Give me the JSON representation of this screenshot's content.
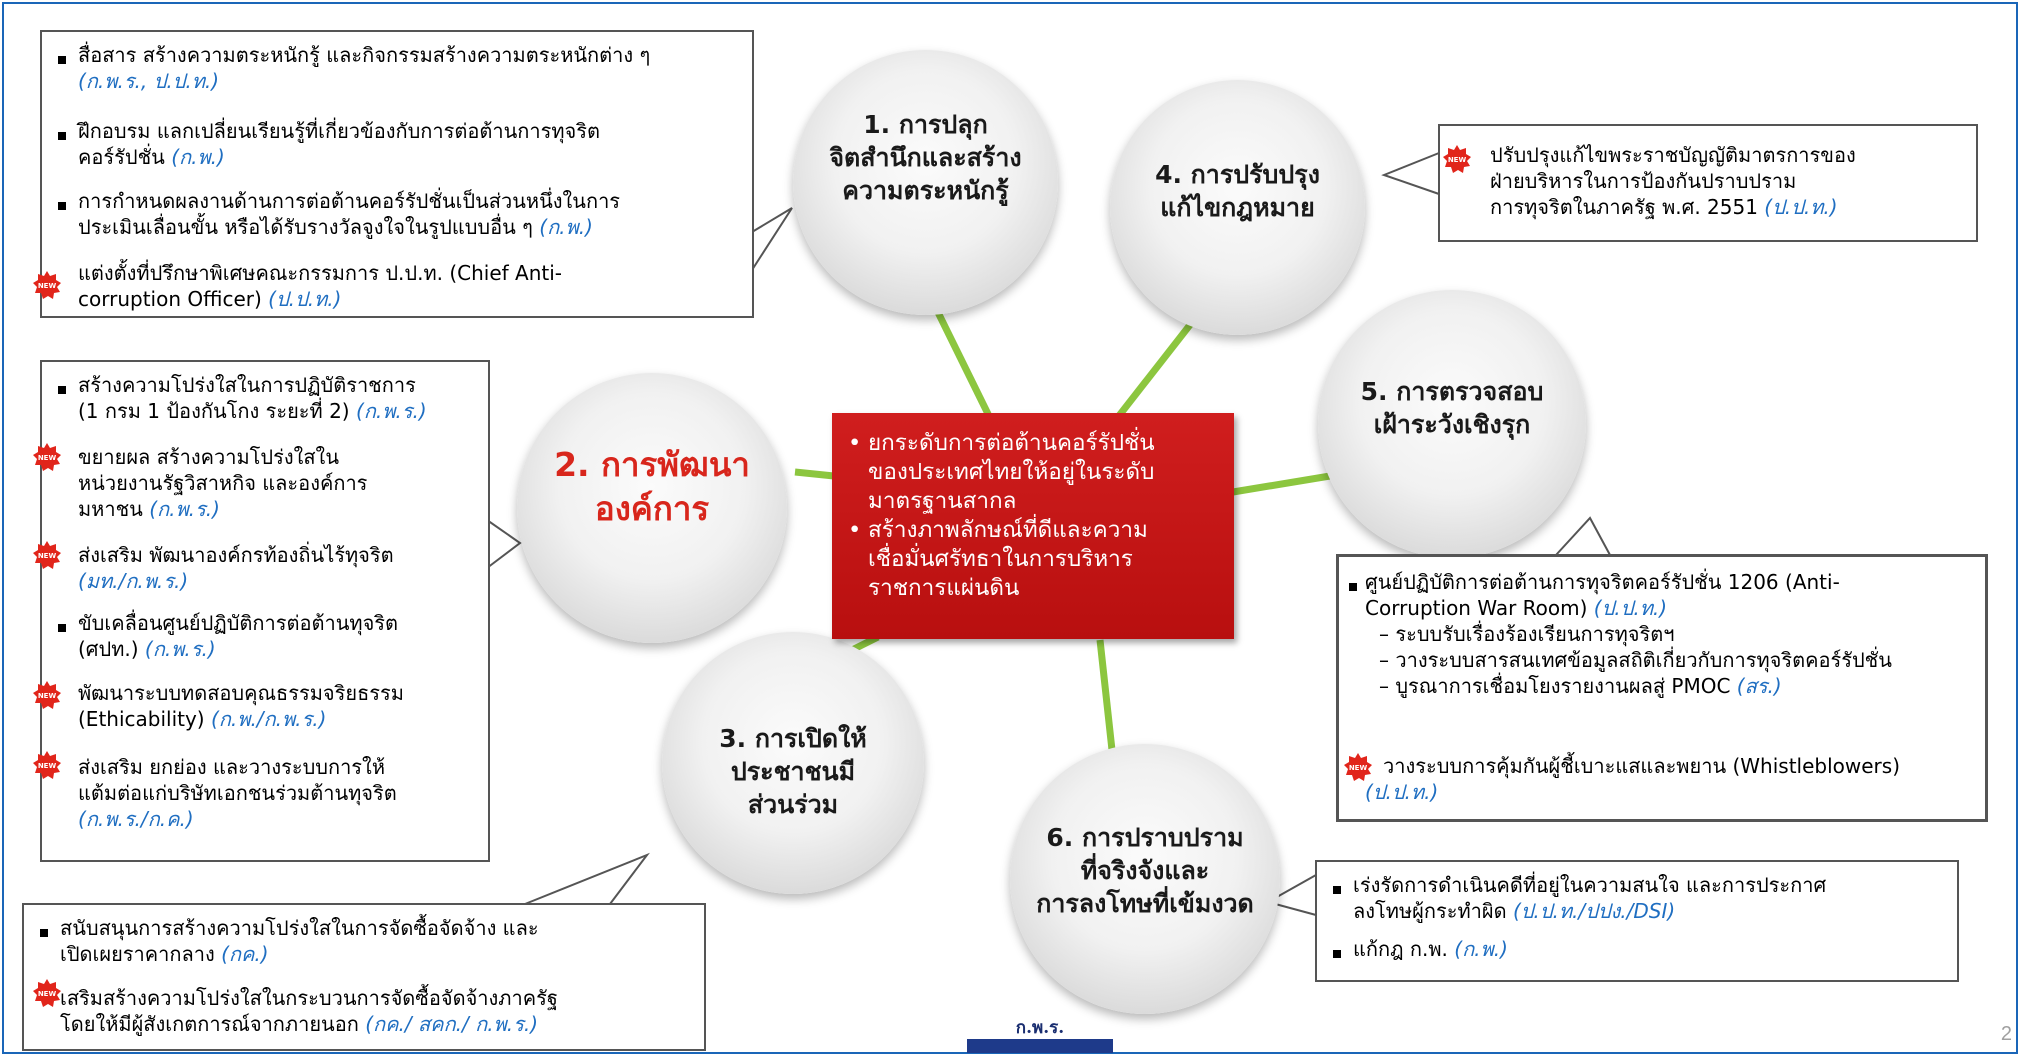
{
  "bubbles": {
    "b1": [
      "1. การปลุก",
      "จิตสำนึกและสร้าง",
      "ความตระหนักรู้"
    ],
    "b2": [
      "2. การพัฒนา",
      "องค์การ"
    ],
    "b3": [
      "3. การเปิดให้",
      "ประชาชนมี",
      "ส่วนร่วม"
    ],
    "b4": [
      "4. การปรับปรุง",
      "แก้ไขกฎหมาย"
    ],
    "b5": [
      "5. การตรวจสอบ",
      "เฝ้าระวังเชิงรุก"
    ],
    "b6": [
      "6. การปราบปราม",
      "ที่จริงจังและ",
      "การลงโทษที่เข้มงวด"
    ]
  },
  "center": {
    "item1": [
      "ยกระดับการต่อต้านคอร์รัปชั่น",
      "ของประเทศไทยให้อยู่ในระดับ",
      "มาตรฐานสากล"
    ],
    "item2": [
      "สร้างภาพลักษณ์ที่ดีและความ",
      "เชื่อมั่นศรัทธาในการบริหาร",
      "ราชการแผ่นดิน"
    ]
  },
  "box1": {
    "i1": {
      "l1": "สื่อสาร สร้างความตระหนักรู้ และกิจกรรมสร้างความตระหนักต่าง ๆ",
      "agency": "(ก.พ.ร., ป.ป.ท.)"
    },
    "i2": {
      "l1": "ฝึกอบรม แลกเปลี่ยนเรียนรู้ที่เกี่ยวข้องกับการต่อต้านการทุจริต",
      "l2": "คอร์รัปชั่น",
      "agency": "(ก.พ.)"
    },
    "i3": {
      "l1": "การกำหนดผลงานด้านการต่อต้านคอร์รัปชั่นเป็นส่วนหนึ่งในการ",
      "l2": "ประเมินเลื่อนขั้น หรือได้รับรางวัลจูงใจในรูปแบบอื่น ๆ",
      "agency": "(ก.พ.)"
    },
    "i4": {
      "l1": "แต่งตั้งที่ปรึกษาพิเศษคณะกรรมการ ป.ป.ท. (Chief Anti-",
      "l2": "corruption Officer)",
      "agency": "(ป.ป.ท.)"
    }
  },
  "box2": {
    "i1": {
      "l1": "สร้างความโปร่งใสในการปฏิบัติราชการ",
      "l2": "(1 กรม 1 ป้องกันโกง ระยะที่ 2)",
      "agency": "(ก.พ.ร.)"
    },
    "i2": {
      "l1": "ขยายผล สร้างความโปร่งใสใน",
      "l2": "หน่วยงานรัฐวิสาหกิจ และองค์การ",
      "l3": "มหาชน",
      "agency": "(ก.พ.ร.)"
    },
    "i3": {
      "l1": "ส่งเสริม พัฒนาองค์กรท้องถิ่นไร้ทุจริต",
      "agency": "(มท./ก.พ.ร.)"
    },
    "i4": {
      "l1": "ขับเคลื่อนศูนย์ปฏิบัติการต่อต้านทุจริต",
      "l2": "(ศปท.)",
      "agency": "(ก.พ.ร.)"
    },
    "i5": {
      "l1": "พัฒนาระบบทดสอบคุณธรรมจริยธรรม",
      "l2": "(Ethicability)",
      "agency": "(ก.พ./ก.พ.ร.)"
    },
    "i6": {
      "l1": "ส่งเสริม ยกย่อง และวางระบบการให้",
      "l2": "แต้มต่อแก่บริษัทเอกชนร่วมต้านทุจริต",
      "agency": "(ก.พ.ร./ก.ค.)"
    }
  },
  "box3": {
    "i1": {
      "l1": "สนับสนุนการสร้างความโปร่งใสในการจัดซื้อจัดจ้าง และ",
      "l2": "เปิดเผยราคากลาง",
      "agency": "(กค.)"
    },
    "i2": {
      "l1": "เสริมสร้างความโปร่งใสในกระบวนการจัดซื้อจัดจ้างภาครัฐ",
      "l2": "โดยให้มีผู้สังเกตการณ์จากภายนอก",
      "agency": "(กค./ สคก./ ก.พ.ร.)"
    }
  },
  "box4": {
    "l1": "ปรับปรุงแก้ไขพระราชบัญญัติมาตรการของ",
    "l2": "ฝ่ายบริหารในการป้องกันปราบปราม",
    "l3": "การทุจริตในภาครัฐ พ.ศ. 2551",
    "agency": "(ป.ป.ท.)"
  },
  "box5": {
    "i1": {
      "l1": "ศูนย์ปฏิบัติการต่อต้านการทุจริตคอร์รัปชั่น 1206 (Anti-",
      "l2": "Corruption War Room)",
      "agency": "(ป.ป.ท.)"
    },
    "s1": "– ระบบรับเรื่องร้องเรียนการทุจริตฯ",
    "s2": "– วางระบบสารสนเทศข้อมูลสถิติเกี่ยวกับการทุจริตคอร์รัปชั่น",
    "s3": "– บูรณาการเชื่อมโยงรายงานผลสู่ PMOC",
    "s3agency": "(สร.)",
    "i2": {
      "l1": "วางระบบการคุ้มกันผู้ชี้เบาะแสและพยาน (Whistleblowers)",
      "agency": "(ป.ป.ท.)"
    }
  },
  "box6": {
    "i1": {
      "l1": "เร่งรัดการดำเนินคดีที่อยู่ในความสนใจ และการประกาศ",
      "l2": "ลงโทษผู้กระทำผิด",
      "agency": "(ป.ป.ท./ปปง./DSI)"
    },
    "i2": {
      "l1": "แก้กฎ ก.พ.",
      "agency": "(ก.พ.)"
    }
  },
  "logo": {
    "text": "ก.พ.ร."
  },
  "page_number": "2",
  "colors": {
    "frame": "#1a66b8",
    "center_red": "#c81616",
    "accent_red": "#d8261c",
    "agency_blue": "#1f6ec1",
    "connector_green": "#8cc63f"
  },
  "icons": {
    "new_badge": "new-badge-icon"
  }
}
